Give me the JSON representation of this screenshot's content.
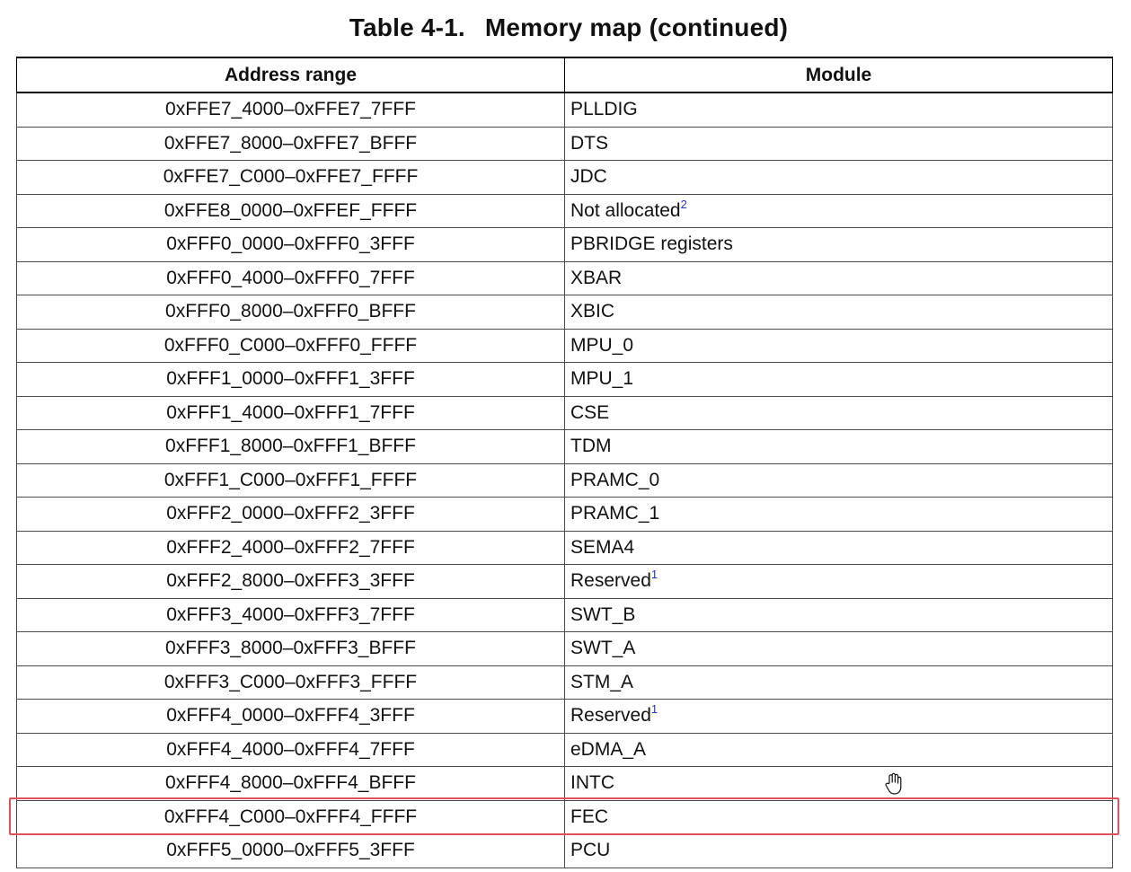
{
  "title": {
    "number": "Table 4-1.",
    "text": "Memory map (continued)"
  },
  "table": {
    "headers": [
      "Address range",
      "Module"
    ],
    "rows": [
      {
        "address": "0xFFE7_4000–0xFFE7_7FFF",
        "module": "PLLDIG",
        "footnote": ""
      },
      {
        "address": "0xFFE7_8000–0xFFE7_BFFF",
        "module": "DTS",
        "footnote": ""
      },
      {
        "address": "0xFFE7_C000–0xFFE7_FFFF",
        "module": "JDC",
        "footnote": ""
      },
      {
        "address": "0xFFE8_0000–0xFFEF_FFFF",
        "module": "Not allocated",
        "footnote": "2"
      },
      {
        "address": "0xFFF0_0000–0xFFF0_3FFF",
        "module": "PBRIDGE registers",
        "footnote": ""
      },
      {
        "address": "0xFFF0_4000–0xFFF0_7FFF",
        "module": "XBAR",
        "footnote": ""
      },
      {
        "address": "0xFFF0_8000–0xFFF0_BFFF",
        "module": "XBIC",
        "footnote": ""
      },
      {
        "address": "0xFFF0_C000–0xFFF0_FFFF",
        "module": "MPU_0",
        "footnote": ""
      },
      {
        "address": "0xFFF1_0000–0xFFF1_3FFF",
        "module": "MPU_1",
        "footnote": ""
      },
      {
        "address": "0xFFF1_4000–0xFFF1_7FFF",
        "module": "CSE",
        "footnote": ""
      },
      {
        "address": "0xFFF1_8000–0xFFF1_BFFF",
        "module": "TDM",
        "footnote": ""
      },
      {
        "address": "0xFFF1_C000–0xFFF1_FFFF",
        "module": "PRAMC_0",
        "footnote": ""
      },
      {
        "address": "0xFFF2_0000–0xFFF2_3FFF",
        "module": "PRAMC_1",
        "footnote": ""
      },
      {
        "address": "0xFFF2_4000–0xFFF2_7FFF",
        "module": "SEMA4",
        "footnote": ""
      },
      {
        "address": "0xFFF2_8000–0xFFF3_3FFF",
        "module": "Reserved",
        "footnote": "1"
      },
      {
        "address": "0xFFF3_4000–0xFFF3_7FFF",
        "module": "SWT_B",
        "footnote": ""
      },
      {
        "address": "0xFFF3_8000–0xFFF3_BFFF",
        "module": "SWT_A",
        "footnote": ""
      },
      {
        "address": "0xFFF3_C000–0xFFF3_FFFF",
        "module": "STM_A",
        "footnote": ""
      },
      {
        "address": "0xFFF4_0000–0xFFF4_3FFF",
        "module": "Reserved",
        "footnote": "1"
      },
      {
        "address": "0xFFF4_4000–0xFFF4_7FFF",
        "module": "eDMA_A",
        "footnote": ""
      },
      {
        "address": "0xFFF4_8000–0xFFF4_BFFF",
        "module": "INTC",
        "footnote": ""
      },
      {
        "address": "0xFFF4_C000–0xFFF4_FFFF",
        "module": "FEC",
        "footnote": "",
        "highlighted": true
      },
      {
        "address": "0xFFF5_0000–0xFFF5_3FFF",
        "module": "PCU",
        "footnote": ""
      }
    ]
  },
  "highlight_color": "#e0525a",
  "footnote_color": "#2233cc",
  "cursor_icon": "hand-pointer-icon"
}
